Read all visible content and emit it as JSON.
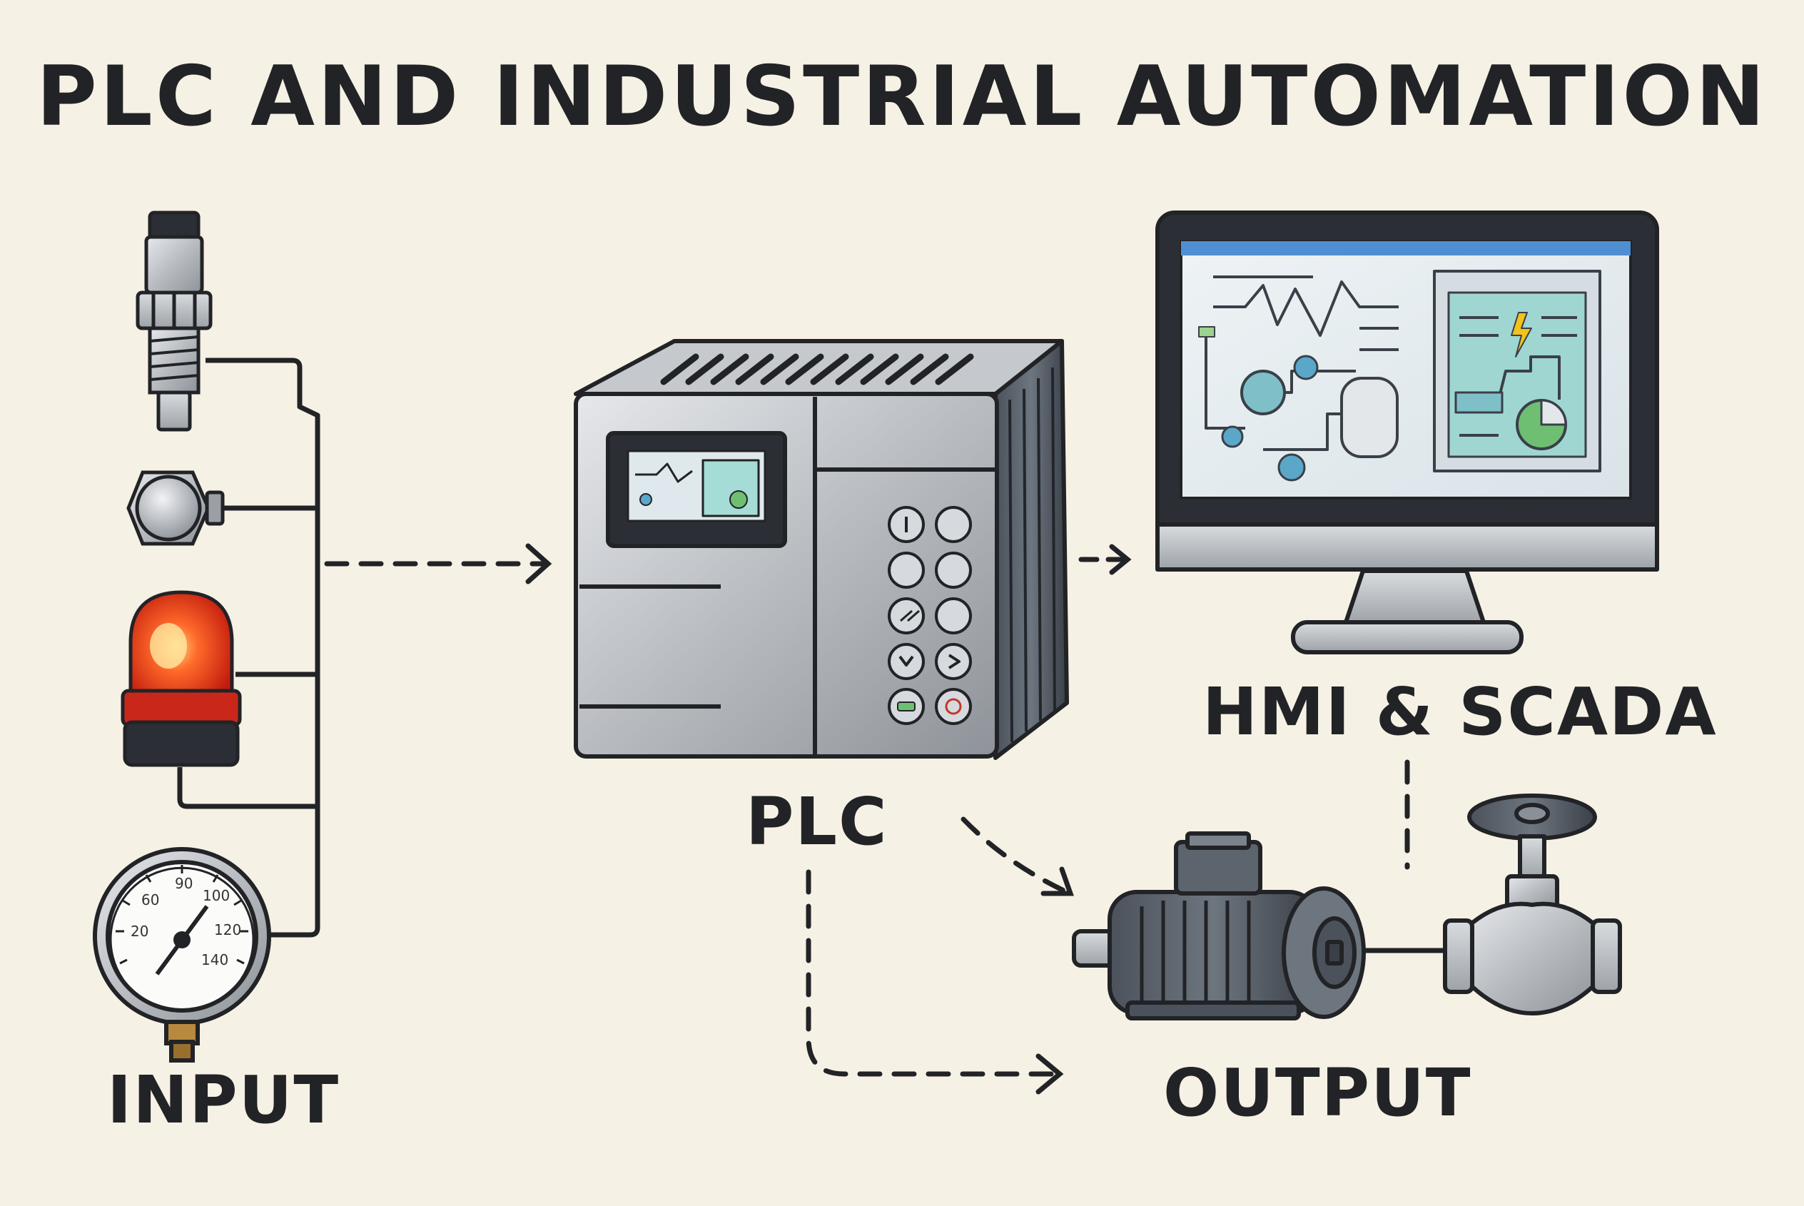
{
  "title": "PLC AND INDUSTRIAL AUTOMATION",
  "labels": {
    "input": "INPUT",
    "plc": "PLC",
    "hmi_scada": "HMI & SCADA",
    "output": "OUTPUT"
  },
  "gauge": {
    "scale": [
      "20",
      "60",
      "90",
      "100",
      "120",
      "140"
    ]
  },
  "colors": {
    "background": "#f6f1e5",
    "ink": "#222326",
    "steel": "#b9bdc2",
    "beacon_red": "#e23a1c",
    "screen_teal": "#8fd0cf",
    "button_green": "#6fbf73"
  },
  "icons": [
    "pressure-sensor-icon",
    "proximity-sensor-icon",
    "warning-beacon-icon",
    "pressure-gauge-icon",
    "plc-unit-icon",
    "monitor-icon",
    "electric-motor-icon",
    "valve-icon"
  ]
}
